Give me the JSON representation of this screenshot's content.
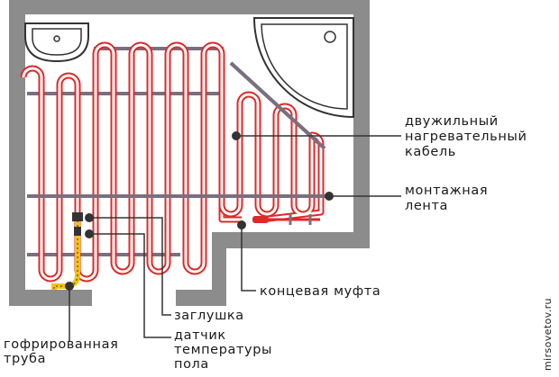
{
  "labels": {
    "cable_line1": "двужильный",
    "cable_line2": "нагревательный",
    "cable_line3": "кабель",
    "tape_line1": "монтажная",
    "tape_line2": "лента",
    "end_coupling": "концевая муфта",
    "plug": "заглушка",
    "sensor_line1": "датчик",
    "sensor_line2": "температуры",
    "sensor_line3": "пола",
    "pipe_line1": "гофрированная",
    "pipe_line2": "труба"
  },
  "watermark": "mirsovetov.ru",
  "colors": {
    "wall": "#8c8c8c",
    "cable": "#e02828",
    "tape": "#7a6f7e",
    "pipe": "#f2c40f",
    "marker": "#333333",
    "text": "#1a1a1a"
  }
}
